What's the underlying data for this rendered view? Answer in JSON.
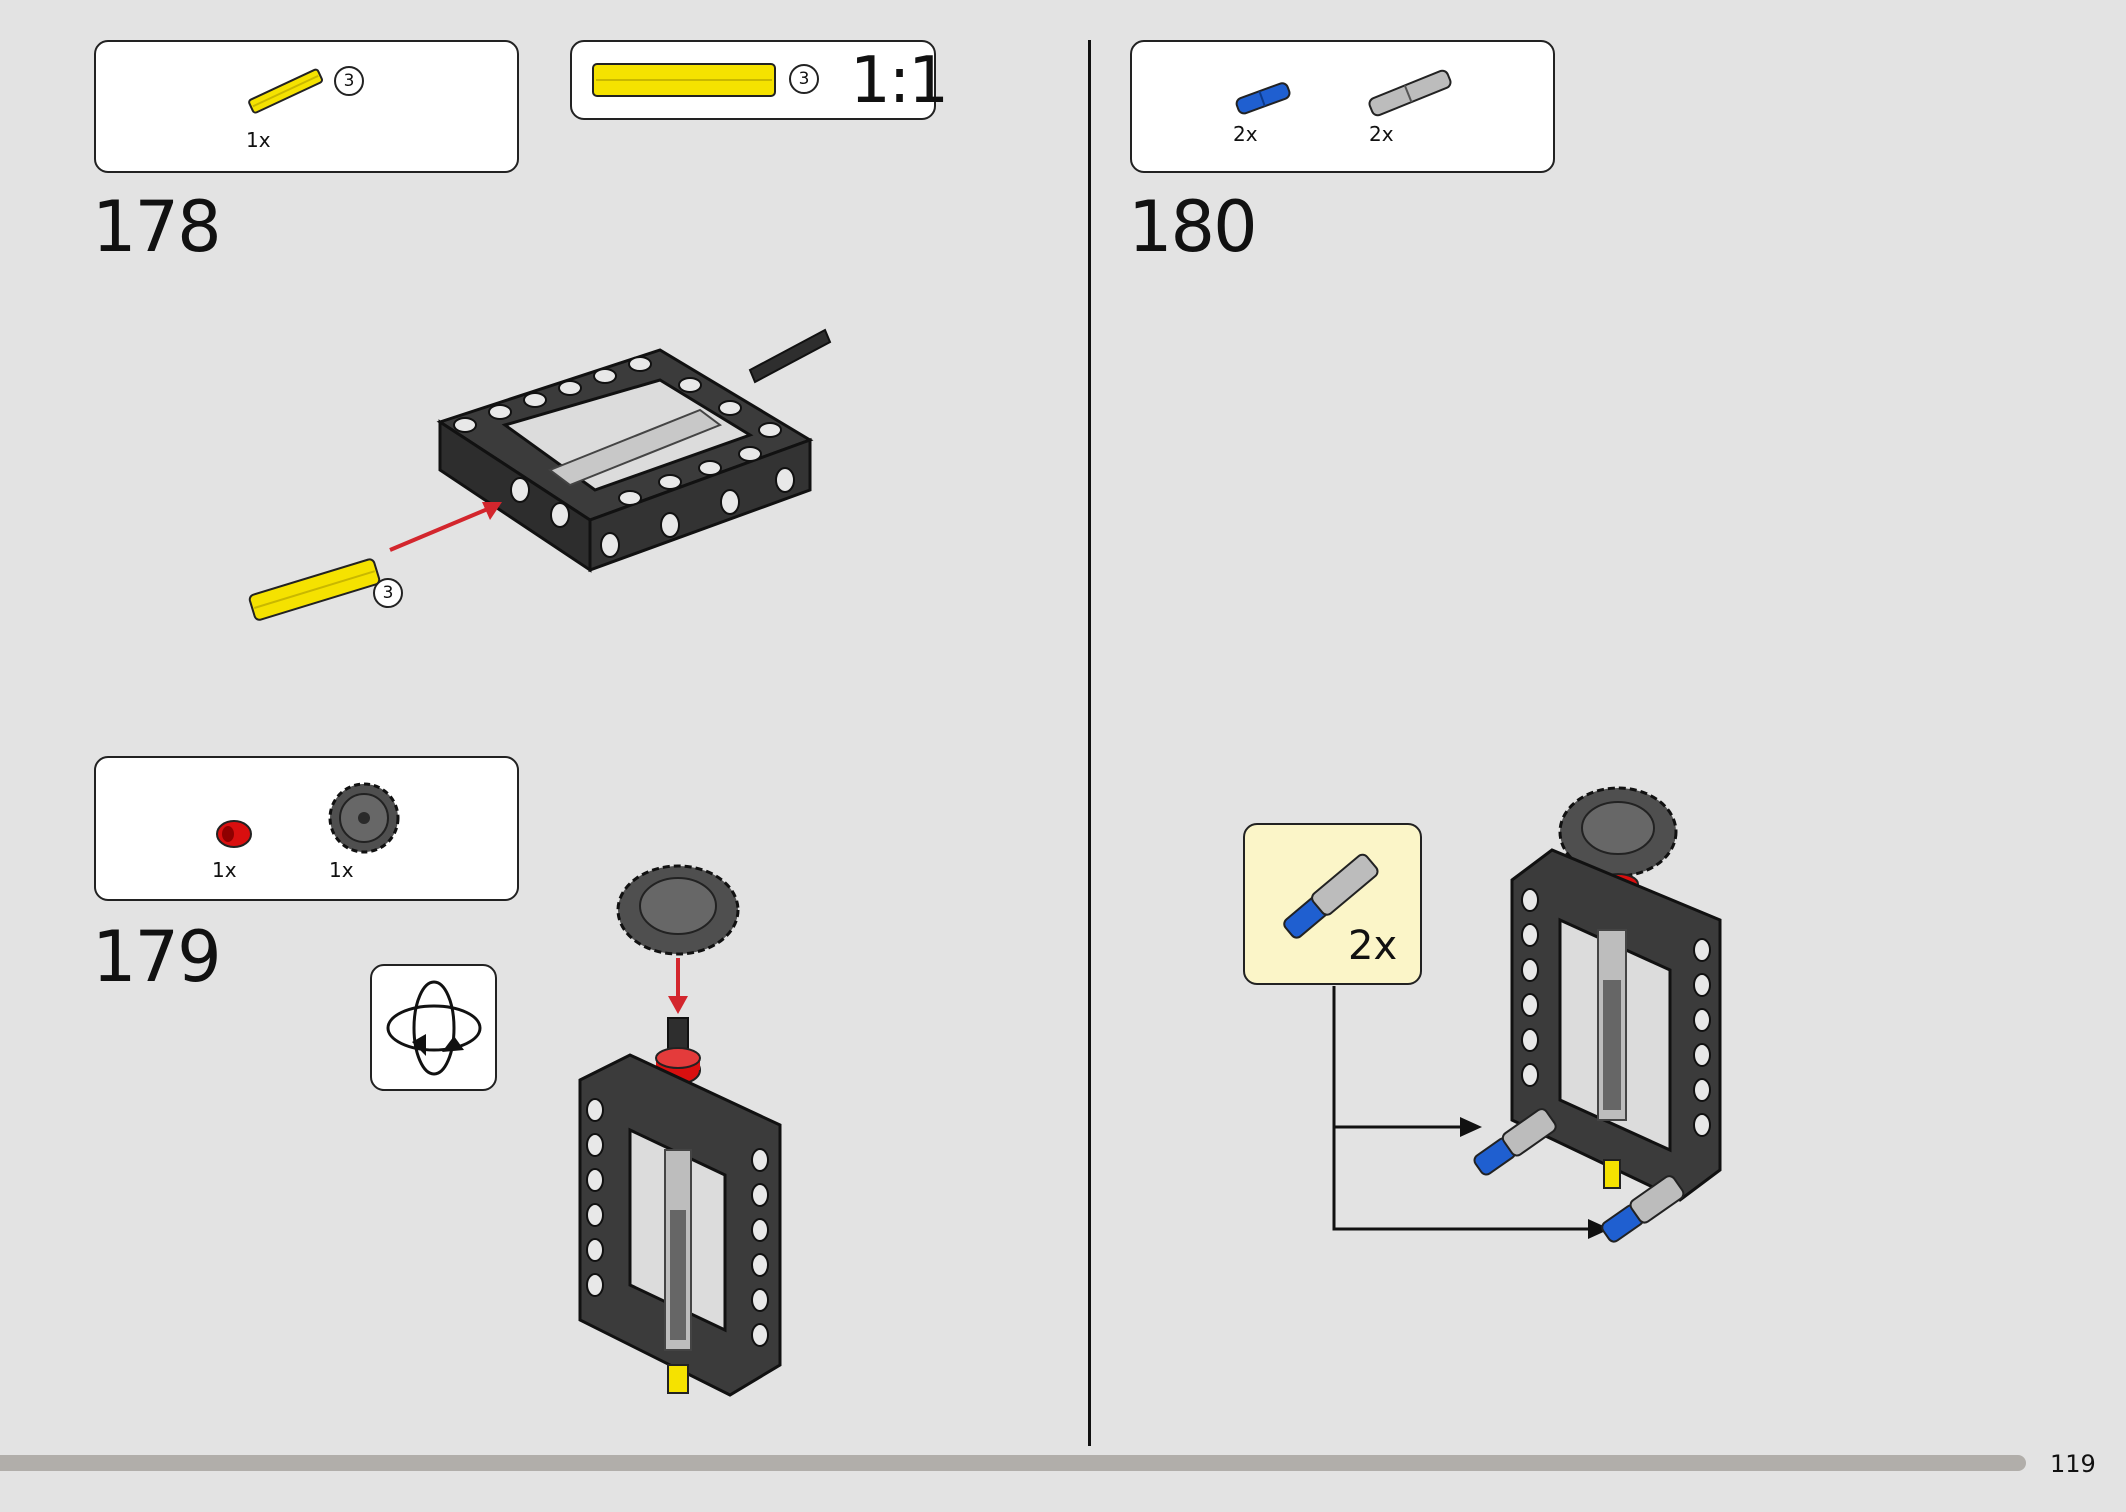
{
  "page": {
    "number": "119"
  },
  "steps": [
    {
      "number": "178",
      "parts": [
        {
          "name": "yellow-axle-3",
          "qty": "1x",
          "length": "3",
          "color": "#f5e200"
        }
      ],
      "scale_callout": {
        "length": "3",
        "ratio": "1:1"
      },
      "annotation_length": "3"
    },
    {
      "number": "179",
      "parts": [
        {
          "name": "red-bush",
          "qty": "1x",
          "color": "#d90f0f"
        },
        {
          "name": "dark-gray-gear-20-tooth",
          "qty": "1x",
          "color": "#5a5a5a"
        }
      ],
      "icon": "rotate-model-icon"
    },
    {
      "number": "180",
      "parts": [
        {
          "name": "blue-pin",
          "qty": "2x",
          "color": "#1f5fd0"
        },
        {
          "name": "light-gray-axle-pin",
          "qty": "2x",
          "color": "#a8a8a8"
        }
      ],
      "subassembly_qty": "2x"
    }
  ],
  "colors": {
    "background": "#e3e3e3",
    "arrow": "#d3262d",
    "frame": "#3b3b3b",
    "callout_bg": "#fbf5c8"
  }
}
